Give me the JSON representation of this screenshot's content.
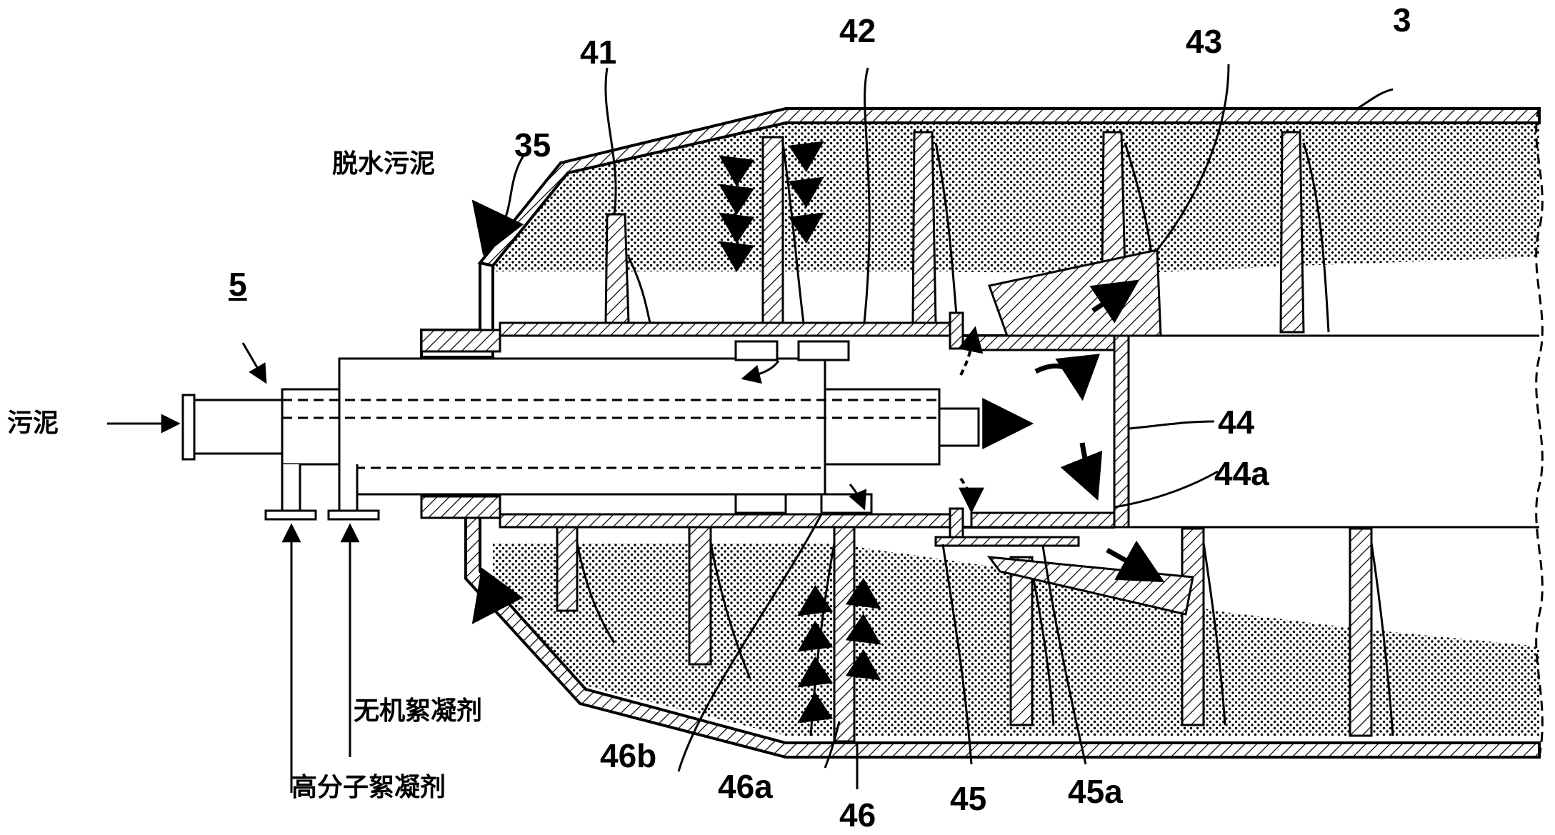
{
  "labels": {
    "sludge_in": "污泥",
    "dewatered_sludge": "脱水污泥",
    "inorganic_flocculant": "无机絮凝剂",
    "polymer_flocculant": "高分子絮凝剂",
    "ref_5": "5",
    "ref_35": "35",
    "ref_41": "41",
    "ref_42": "42",
    "ref_43": "43",
    "ref_3": "3",
    "ref_44": "44",
    "ref_44a": "44a",
    "ref_45": "45",
    "ref_45a": "45a",
    "ref_46": "46",
    "ref_46a": "46a",
    "ref_46b": "46b"
  }
}
